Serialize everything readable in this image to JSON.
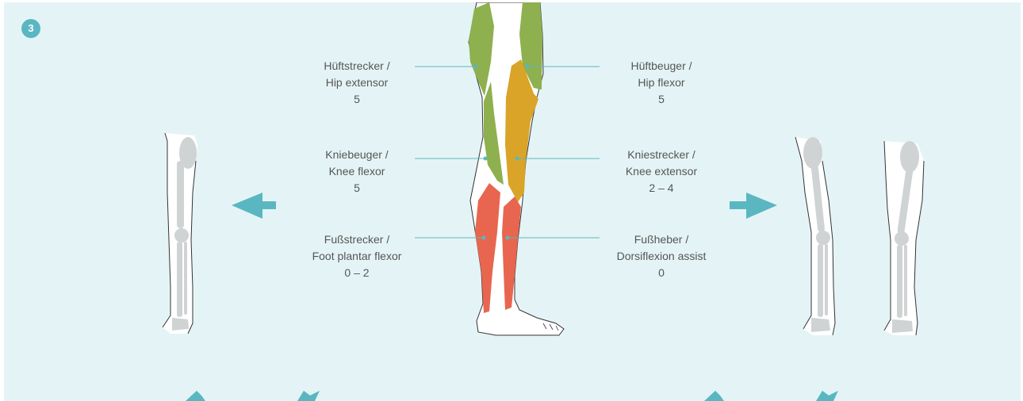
{
  "badge": "3",
  "muscles": {
    "hip_extensor": {
      "de": "Hüftstrecker /",
      "en": "Hip extensor",
      "value": "5"
    },
    "hip_flexor": {
      "de": "Hüftbeuger /",
      "en": "Hip flexor",
      "value": "5"
    },
    "knee_flexor": {
      "de": "Kniebeuger /",
      "en": "Knee flexor",
      "value": "5"
    },
    "knee_extensor": {
      "de": "Kniestrecker /",
      "en": "Knee extensor",
      "value": "2 – 4"
    },
    "foot_plantar_flexor": {
      "de": "Fußstrecker /",
      "en": "Foot plantar flexor",
      "value": "0 – 2"
    },
    "foot_dorsiflexor": {
      "de": "Fußheber /",
      "en": "Dorsiflexion assist",
      "value": "0"
    }
  },
  "colors": {
    "background": "#e4f4f6",
    "accent": "#5ab7c2",
    "full_strength": "#8fb04e",
    "partial_strength": "#d9a427",
    "weak": "#e8664f",
    "bone": "#cfd3d4",
    "leader_line": "#5ab7c2"
  },
  "icons": {
    "left_arrow": "arrow-left-icon",
    "right_arrow": "arrow-right-icon"
  }
}
